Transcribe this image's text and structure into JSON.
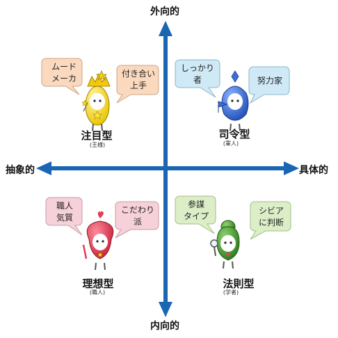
{
  "axes": {
    "top": "外向的",
    "bottom": "内向的",
    "left": "抽象的",
    "right": "具体的"
  },
  "colors": {
    "axis": "#1a66b3",
    "q1_body": "#f4d91a",
    "q2_body": "#3c6fd8",
    "q3_body": "#e43c52",
    "q4_body": "#3e9a2c",
    "bubble_orange": "#fbd9be",
    "bubble_blue": "#cfe9f6",
    "bubble_pink": "#f7d1da",
    "bubble_green": "#dceec7"
  },
  "quadrants": [
    {
      "name": "注目型",
      "sub": "(王様)",
      "bubbles": [
        {
          "lines": [
            "ムード",
            "メーカ"
          ]
        },
        {
          "lines": [
            "付き合い",
            "上手"
          ]
        }
      ]
    },
    {
      "name": "司令型",
      "sub": "(軍人)",
      "bubbles": [
        {
          "lines": [
            "しっかり",
            "者"
          ]
        },
        {
          "lines": [
            "努力家"
          ]
        }
      ]
    },
    {
      "name": "理想型",
      "sub": "(職人)",
      "bubbles": [
        {
          "lines": [
            "職人",
            "気質"
          ]
        },
        {
          "lines": [
            "こだわり",
            "派"
          ]
        }
      ]
    },
    {
      "name": "法則型",
      "sub": "(学者)",
      "bubbles": [
        {
          "lines": [
            "参謀",
            "タイプ"
          ]
        },
        {
          "lines": [
            "シビア",
            "に判断"
          ]
        }
      ]
    }
  ]
}
